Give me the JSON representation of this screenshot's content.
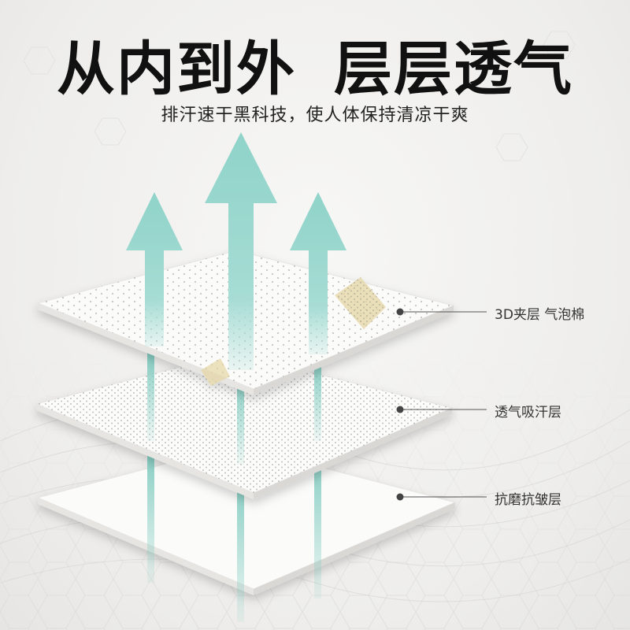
{
  "title": {
    "part1": "从内到外",
    "part2": "层层透气"
  },
  "subtitle": "排汗速干黑科技，使人体保持清凉干爽",
  "layers": [
    {
      "label": "3D夹层 气泡棉",
      "icon": "bullet-dot-icon"
    },
    {
      "label": "透气吸汗层",
      "icon": "bullet-dot-icon"
    },
    {
      "label": "抗磨抗皱层",
      "icon": "bullet-dot-icon"
    }
  ],
  "colors": {
    "arrow": "#8fd3c9",
    "title": "#111111",
    "layer": "#ffffff",
    "leader": "#555555"
  },
  "icons": [
    "up-arrow-icon",
    "up-arrow-icon",
    "up-arrow-icon"
  ]
}
